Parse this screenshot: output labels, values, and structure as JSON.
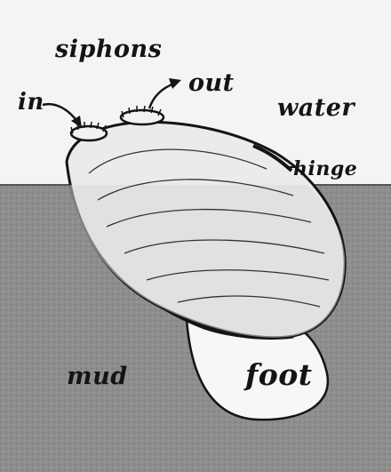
{
  "labels": {
    "siphons": "siphons",
    "in": "in",
    "out": "out",
    "water": "water",
    "hinge": "hinge",
    "mud": "mud",
    "foot": "foot"
  },
  "colors": {
    "water": "#f4f4f4",
    "mud": "#8c8c8c",
    "shell": "#ececec",
    "ink": "#141414"
  }
}
